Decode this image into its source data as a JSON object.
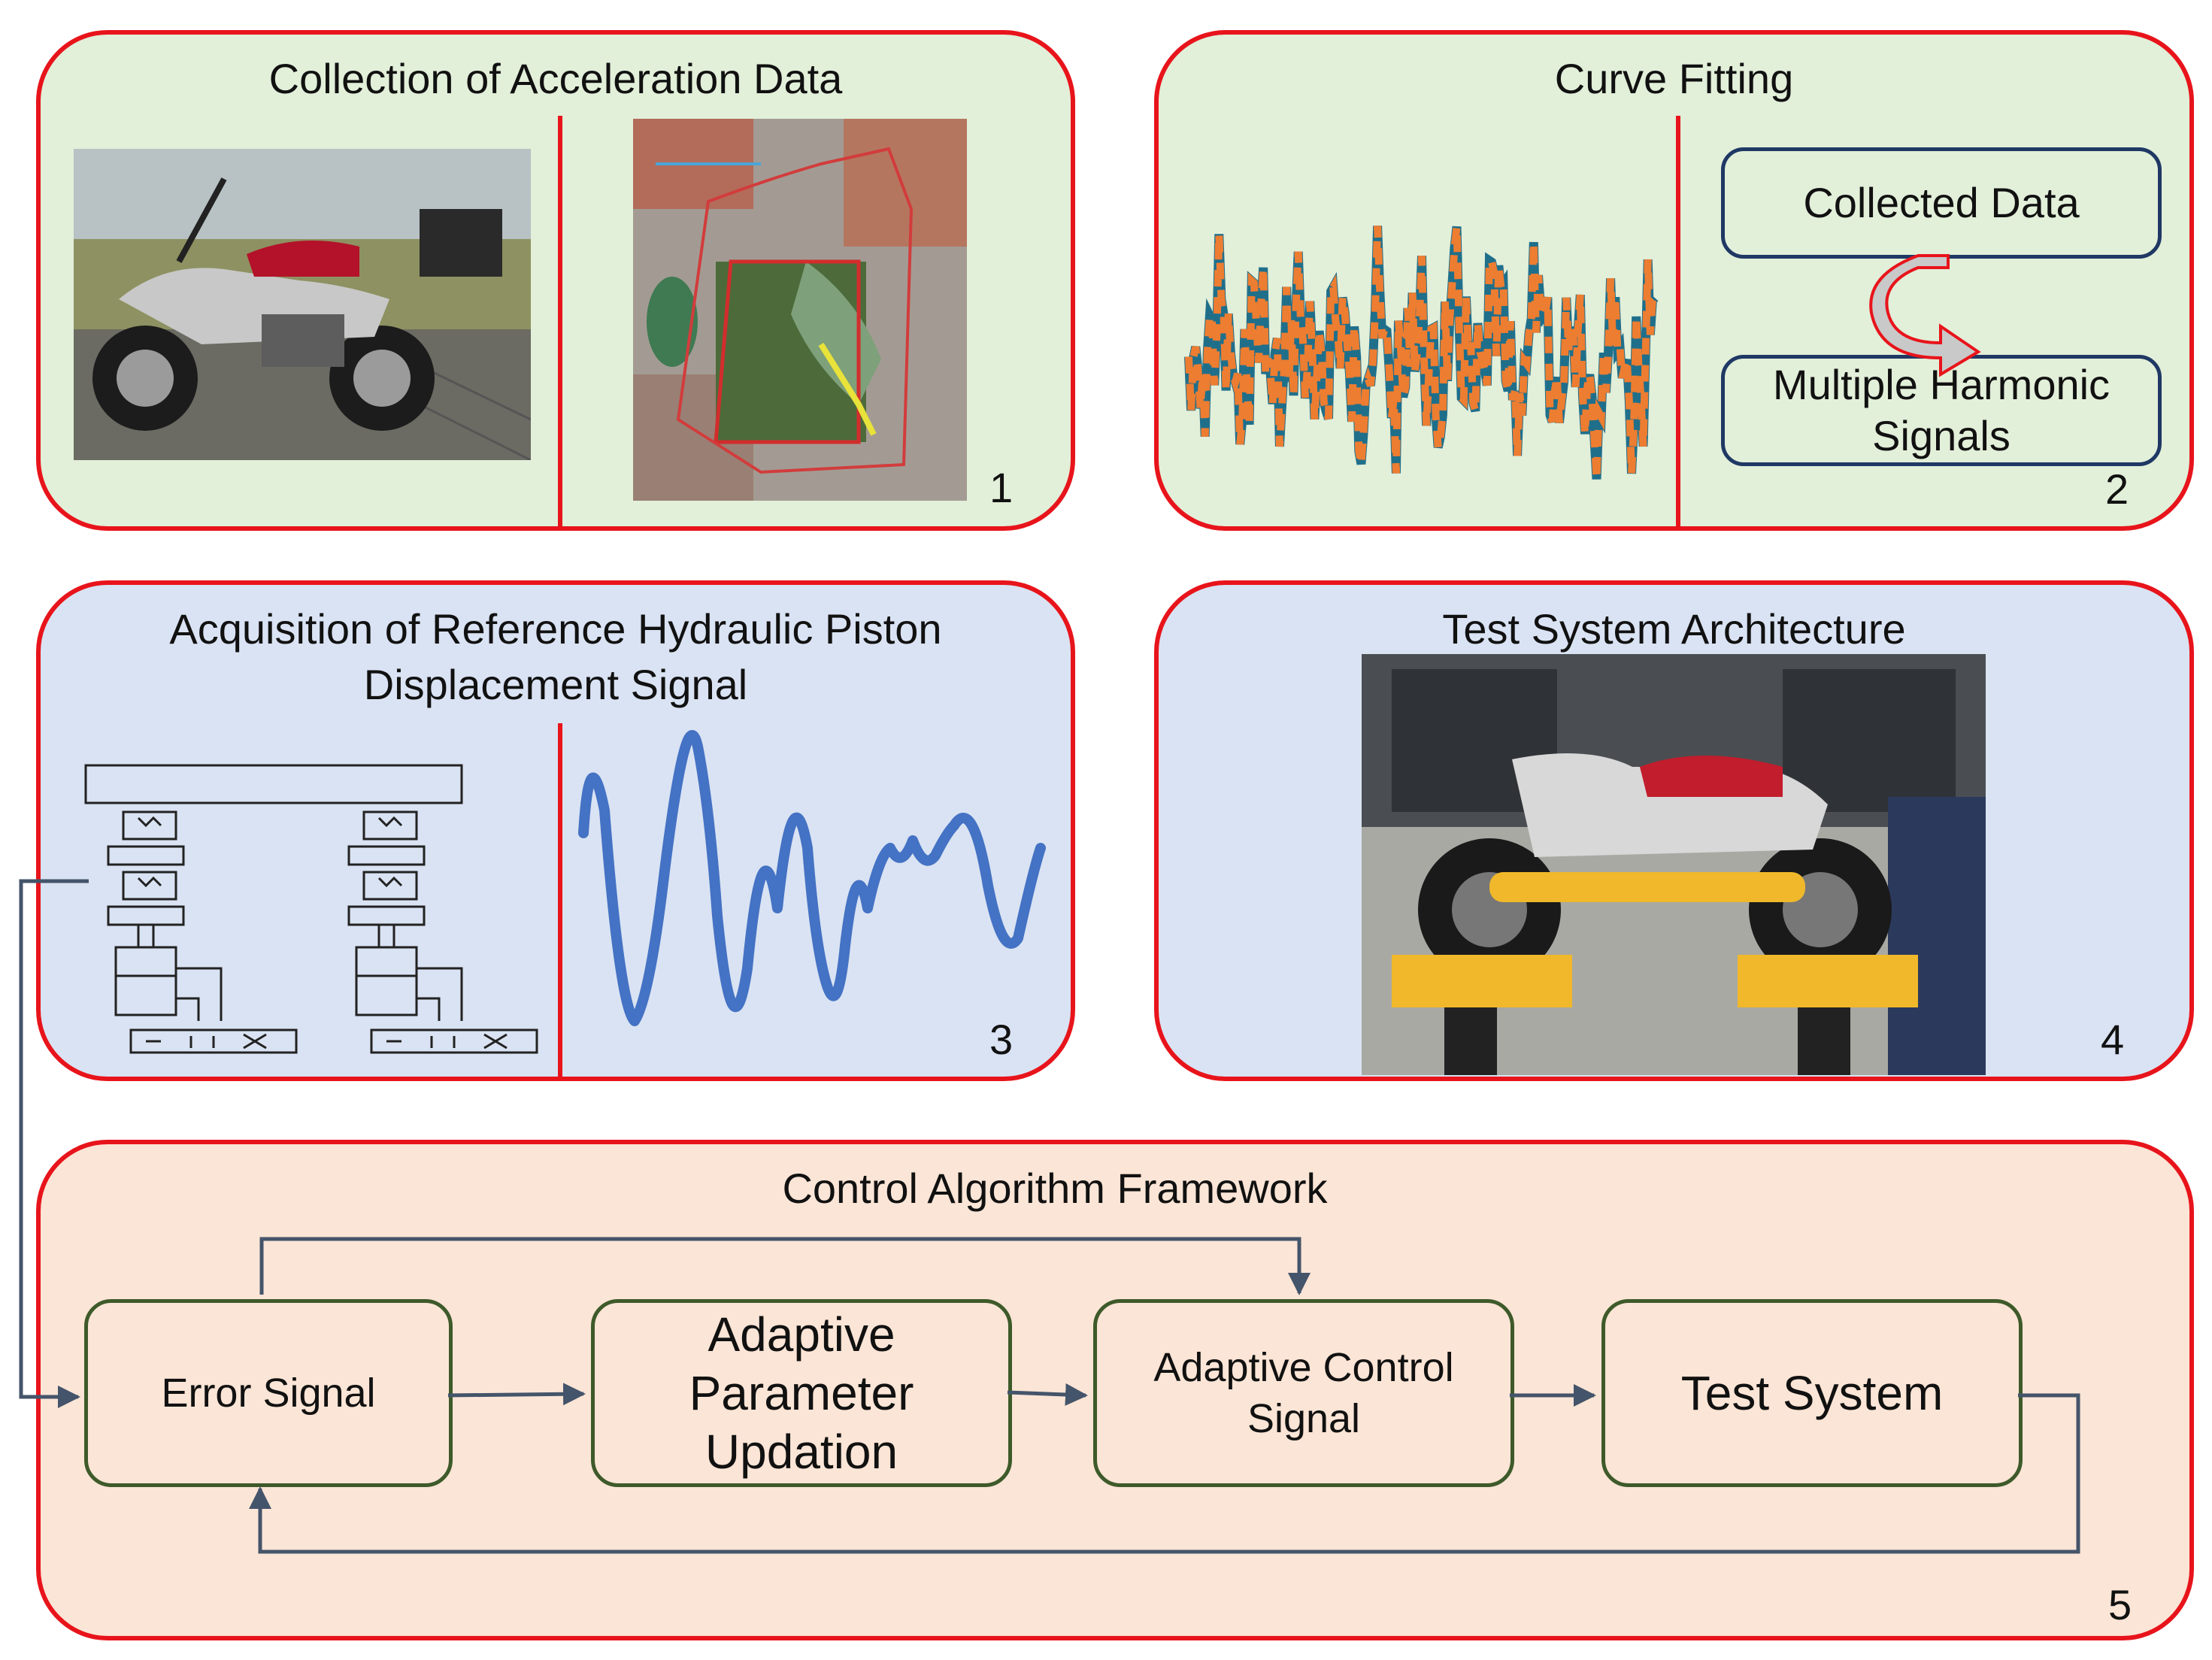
{
  "panel1": {
    "title": "Collection of Acceleration Data",
    "number": "1"
  },
  "panel2": {
    "title": "Curve Fitting",
    "number": "2",
    "collected": "Collected Data",
    "harmonic_line1": "Multiple Harmonic",
    "harmonic_line2": "Signals"
  },
  "panel3": {
    "title_line1": "Acquisition of Reference Hydraulic Piston",
    "title_line2": "Displacement Signal",
    "number": "3"
  },
  "panel4": {
    "title": "Test System Architecture",
    "number": "4"
  },
  "panel5": {
    "title": "Control Algorithm Framework",
    "number": "5",
    "error": "Error Signal",
    "adaptive_param": [
      "Adaptive",
      "Parameter",
      "Updation"
    ],
    "adaptive_control": [
      "Adaptive Control",
      "Signal"
    ],
    "test_system": "Test System"
  },
  "colors": {
    "border_red": "#e8141b",
    "panel_green": "#e2efd9",
    "panel_blue": "#dae3f3",
    "panel_peach": "#fbe5d6",
    "signal_blue": "#4472c4",
    "signal_orange": "#ed7d31",
    "signal_teal": "#1f6f8b",
    "arrow": "#44546a"
  }
}
